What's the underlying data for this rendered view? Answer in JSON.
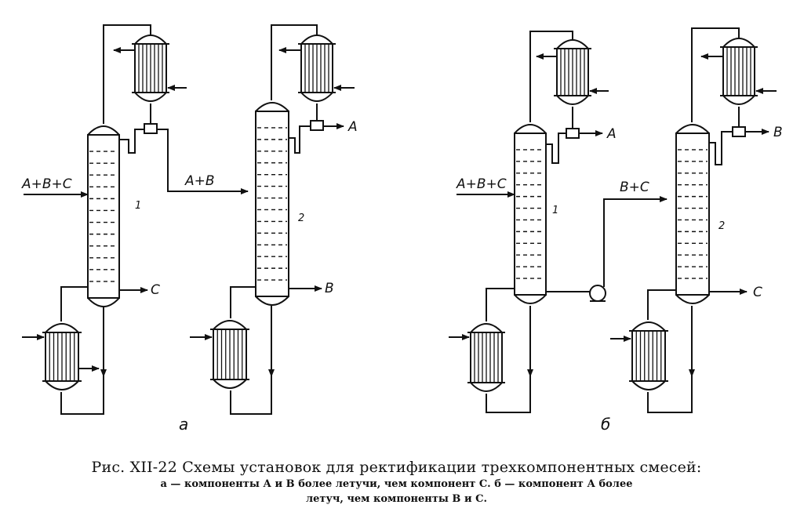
{
  "figure": {
    "scheme_a": {
      "feed_label": "A+B+C",
      "transfer_label": "A+B",
      "column1_number": "1",
      "column2_number": "2",
      "bottom1_label": "C",
      "distillate2_label": "A",
      "bottom2_label": "B",
      "sublabel": "a"
    },
    "scheme_b": {
      "feed_label": "A+B+C",
      "transfer_label": "B+C",
      "column1_number": "1",
      "column2_number": "2",
      "distillate1_label": "A",
      "distillate2_label": "B",
      "bottom2_label": "C",
      "sublabel": "б"
    }
  },
  "caption": {
    "title": "Рис. XII-22 Схемы установок для ректификации трехкомпонентных смесей:",
    "line2": "а — компоненты А и В более летучи, чем компонент С. б — компонент А более",
    "line3": "летуч, чем компоненты В и С."
  }
}
